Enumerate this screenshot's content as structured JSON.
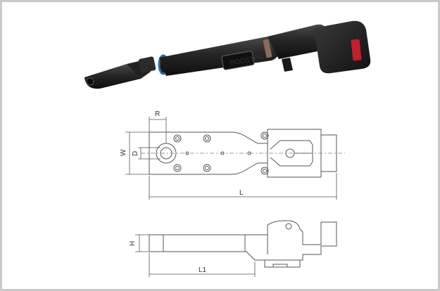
{
  "product": {
    "brand_badge": "BOOSTER",
    "image_alt": "Cordless angle nutrunner with open-end crowfoot head and battery pack"
  },
  "drawing": {
    "labels": {
      "radius": "R",
      "width": "W",
      "diameter": "D",
      "length": "L",
      "height": "H",
      "length_1": "L1"
    }
  },
  "colors": {
    "frame": "#c9c9c9",
    "line": "#555555",
    "tool_body": "#1c1c1c",
    "tool_accent": "#2e6fa8",
    "battery_red": "#c1202c"
  }
}
